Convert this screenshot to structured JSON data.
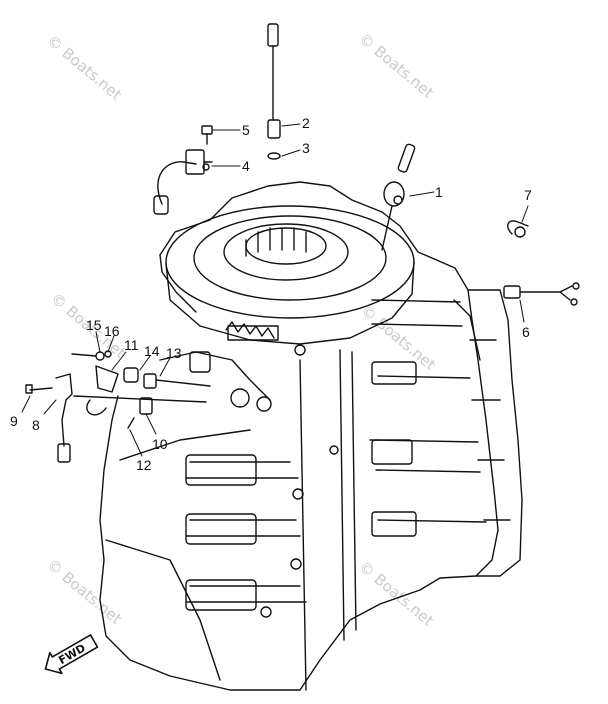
{
  "watermark": {
    "text": "© Boats.net"
  },
  "fwd_label": "FWD",
  "callouts": [
    "1",
    "2",
    "3",
    "4",
    "5",
    "6",
    "7",
    "8",
    "9",
    "10",
    "11",
    "12",
    "13",
    "14",
    "15",
    "16"
  ],
  "colors": {
    "ink": "#111111",
    "watermark": "#c9c9c9",
    "background": "#ffffff"
  }
}
